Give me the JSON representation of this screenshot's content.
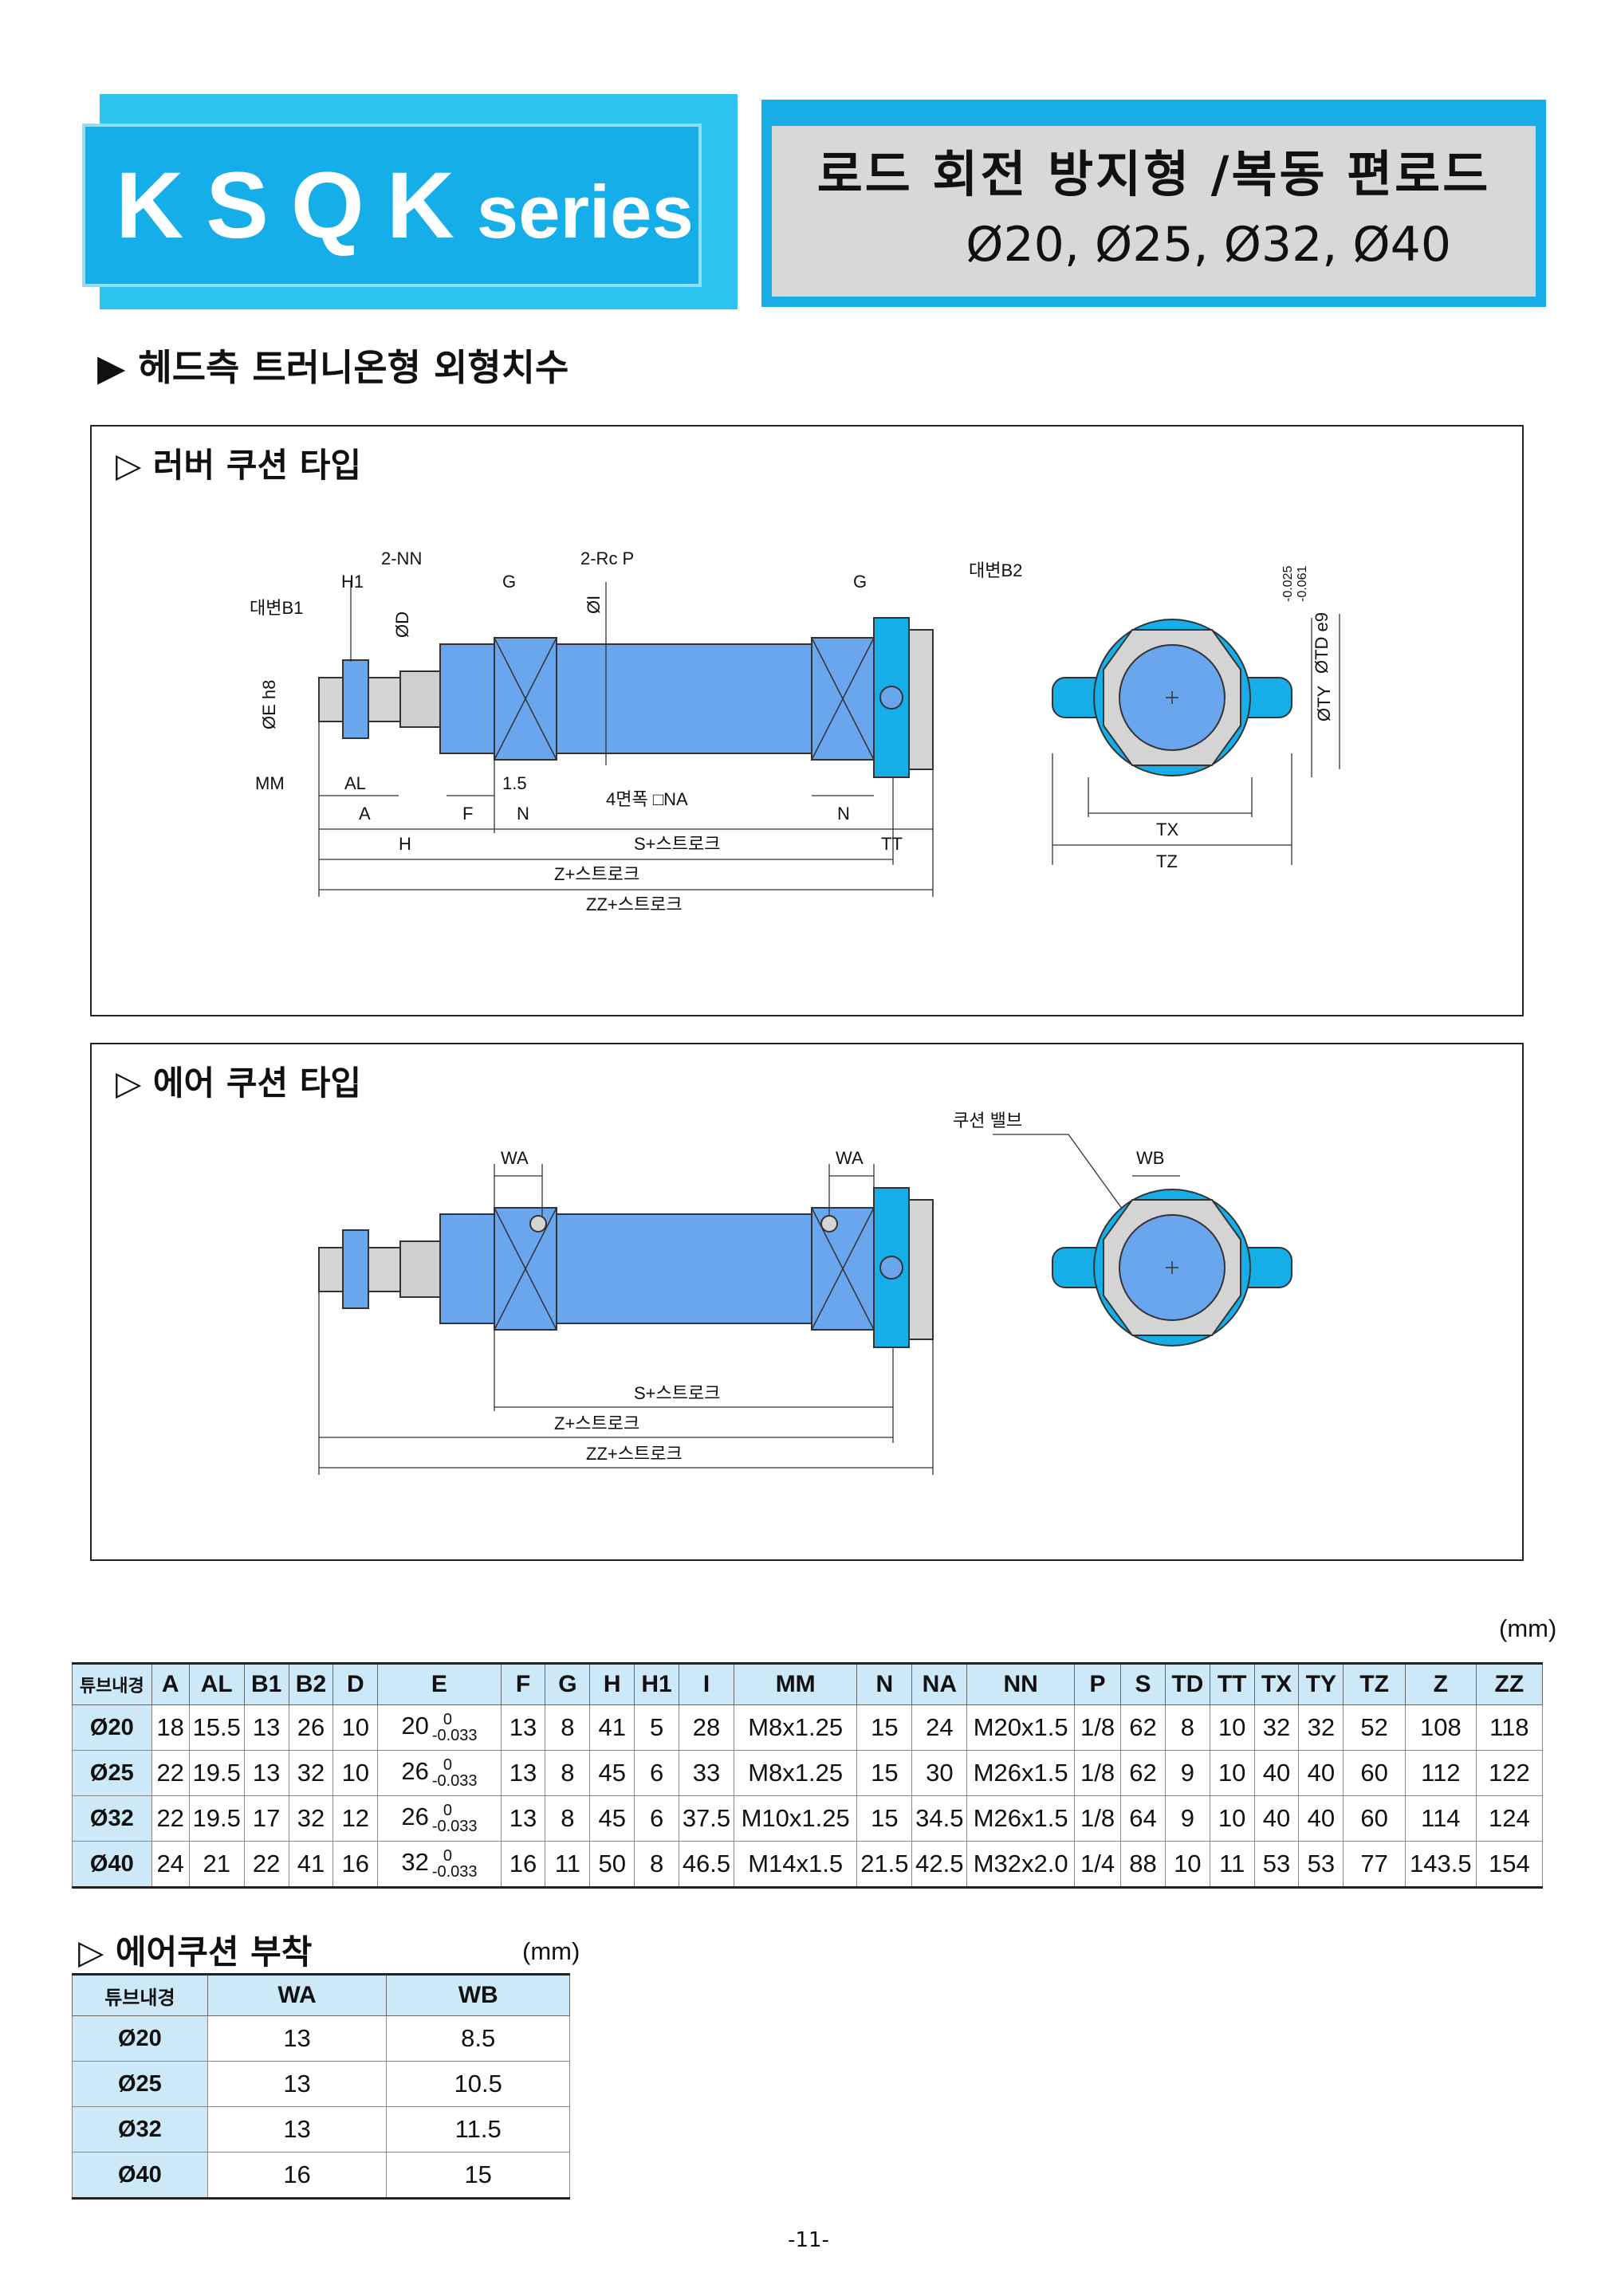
{
  "header": {
    "series_main": "KSQK",
    "series_sub": "series",
    "title": "로드 회전 방지형 /복동 편로드",
    "sizes": "Ø20, Ø25, Ø32, Ø40"
  },
  "section_title": "▶ 헤드측 트러니온형 외형치수",
  "rubber_panel": {
    "title": "▷ 러버 쿠션 타입",
    "labels": {
      "nn": "2-NN",
      "h1": "H1",
      "b1": "대변B1",
      "d": "ØD",
      "g1": "G",
      "rcp": "2-Rc P",
      "i": "ØI",
      "g2": "G",
      "b2": "대변B2",
      "e": "ØE h8",
      "mm": "MM",
      "al": "AL",
      "a": "A",
      "f": "F",
      "n1": "N",
      "n2": "N",
      "s15": "1.5",
      "na": "4면폭 □NA",
      "h": "H",
      "s": "S+스트로크",
      "tt": "TT",
      "z": "Z+스트로크",
      "zz": "ZZ+스트로크",
      "td": "ØTD e9",
      "td_tol_up": "-0.025",
      "td_tol_lo": "-0.061",
      "ty": "ØTY",
      "tx": "TX",
      "tz": "TZ"
    }
  },
  "air_panel": {
    "title": "▷ 에어 쿠션 타입",
    "labels": {
      "wa1": "WA",
      "wa2": "WA",
      "valve": "쿠션 밸브",
      "wb": "WB",
      "s": "S+스트로크",
      "z": "Z+스트로크",
      "zz": "ZZ+스트로크"
    }
  },
  "main_table": {
    "unit": "(mm)",
    "headers": [
      "튜브내경",
      "A",
      "AL",
      "B1",
      "B2",
      "D",
      "E",
      "F",
      "G",
      "H",
      "H1",
      "I",
      "MM",
      "N",
      "NA",
      "NN",
      "P",
      "S",
      "TD",
      "TT",
      "TX",
      "TY",
      "TZ",
      "Z",
      "ZZ"
    ],
    "tol_up": "0",
    "tol_lo": "-0.033",
    "rows": [
      {
        "bore": "Ø20",
        "A": "18",
        "AL": "15.5",
        "B1": "13",
        "B2": "26",
        "D": "10",
        "E": "20",
        "F": "13",
        "G": "8",
        "H": "41",
        "H1": "5",
        "I": "28",
        "MM": "M8x1.25",
        "N": "15",
        "NA": "24",
        "NN": "M20x1.5",
        "P": "1/8",
        "S": "62",
        "TD": "8",
        "TT": "10",
        "TX": "32",
        "TY": "32",
        "TZ": "52",
        "Z": "108",
        "ZZ": "118"
      },
      {
        "bore": "Ø25",
        "A": "22",
        "AL": "19.5",
        "B1": "13",
        "B2": "32",
        "D": "10",
        "E": "26",
        "F": "13",
        "G": "8",
        "H": "45",
        "H1": "6",
        "I": "33",
        "MM": "M8x1.25",
        "N": "15",
        "NA": "30",
        "NN": "M26x1.5",
        "P": "1/8",
        "S": "62",
        "TD": "9",
        "TT": "10",
        "TX": "40",
        "TY": "40",
        "TZ": "60",
        "Z": "112",
        "ZZ": "122"
      },
      {
        "bore": "Ø32",
        "A": "22",
        "AL": "19.5",
        "B1": "17",
        "B2": "32",
        "D": "12",
        "E": "26",
        "F": "13",
        "G": "8",
        "H": "45",
        "H1": "6",
        "I": "37.5",
        "MM": "M10x1.25",
        "N": "15",
        "NA": "34.5",
        "NN": "M26x1.5",
        "P": "1/8",
        "S": "64",
        "TD": "9",
        "TT": "10",
        "TX": "40",
        "TY": "40",
        "TZ": "60",
        "Z": "114",
        "ZZ": "124"
      },
      {
        "bore": "Ø40",
        "A": "24",
        "AL": "21",
        "B1": "22",
        "B2": "41",
        "D": "16",
        "E": "32",
        "F": "16",
        "G": "11",
        "H": "50",
        "H1": "8",
        "I": "46.5",
        "MM": "M14x1.5",
        "N": "21.5",
        "NA": "42.5",
        "NN": "M32x2.0",
        "P": "1/4",
        "S": "88",
        "TD": "10",
        "TT": "11",
        "TX": "53",
        "TY": "53",
        "TZ": "77",
        "Z": "143.5",
        "ZZ": "154"
      }
    ]
  },
  "air_table": {
    "title": "▷ 에어쿠션 부착",
    "unit": "(mm)",
    "headers": [
      "튜브내경",
      "WA",
      "WB"
    ],
    "rows": [
      {
        "bore": "Ø20",
        "WA": "13",
        "WB": "8.5"
      },
      {
        "bore": "Ø25",
        "WA": "13",
        "WB": "10.5"
      },
      {
        "bore": "Ø32",
        "WA": "13",
        "WB": "11.5"
      },
      {
        "bore": "Ø40",
        "WA": "16",
        "WB": "15"
      }
    ]
  },
  "page_number": "-11-",
  "colors": {
    "accent": "#16aee8",
    "cylinder": "#6aa6ee",
    "header_cell": "#cde8f7",
    "title_bg": "#d8d8d8"
  }
}
